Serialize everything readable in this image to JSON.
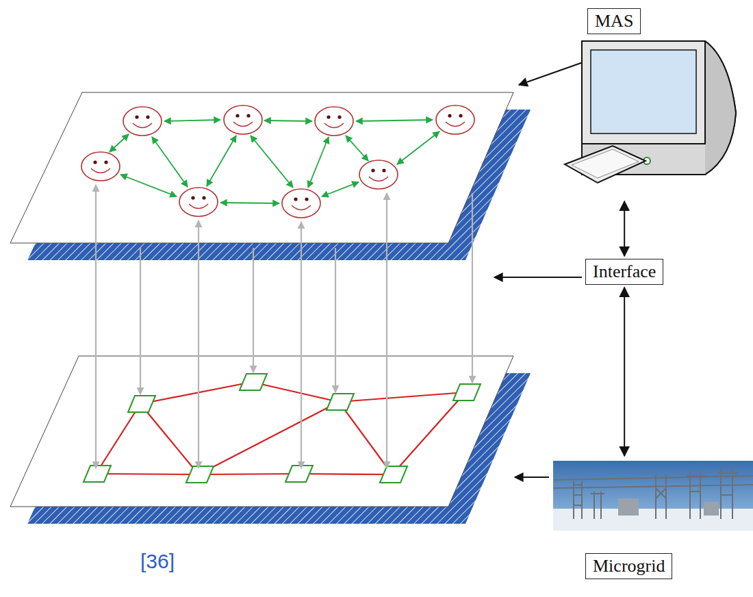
{
  "diagram": {
    "nodes": [
      {
        "text": [
          "MAS"
        ]
      },
      {
        "text": [
          "Interface"
        ]
      },
      {
        "text": [
          "Microgrid"
        ]
      }
    ],
    "edges": [
      {
        "from": 1,
        "to": 0,
        "arrow": "both"
      },
      {
        "from": 1,
        "to": 2,
        "arrow": "both"
      }
    ],
    "labels": [
      "[36]"
    ]
  }
}
